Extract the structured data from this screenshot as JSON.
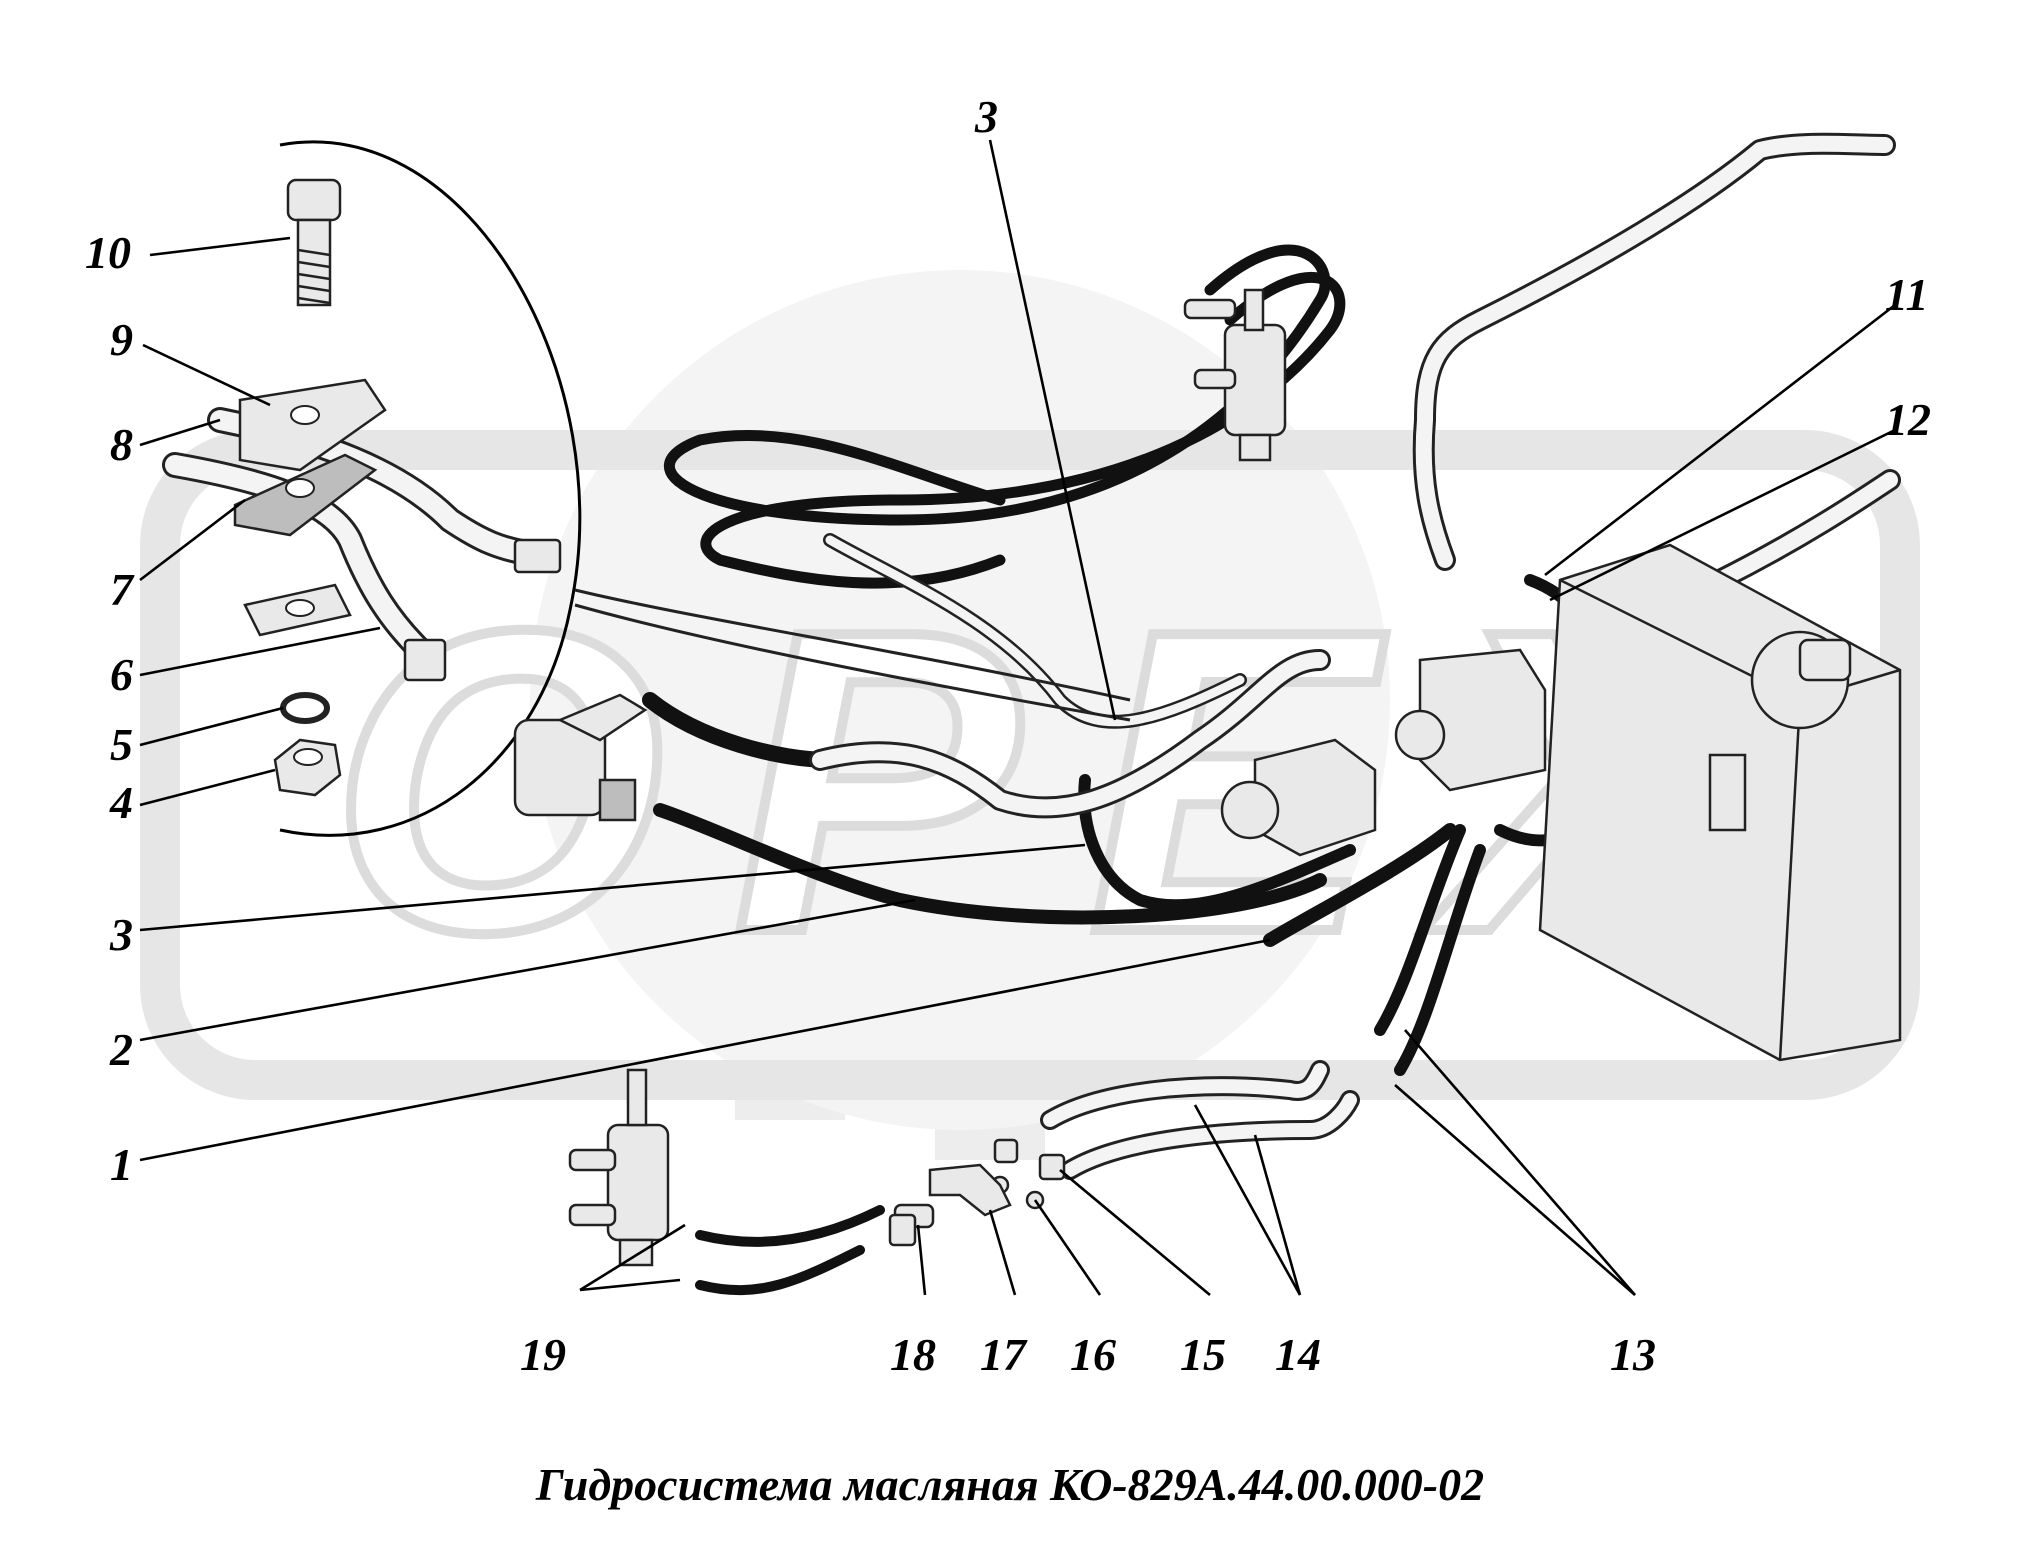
{
  "caption": "Гидросистема масляная КО-829А.44.00.000-02",
  "watermark": "OPEX",
  "colors": {
    "ink": "#000000",
    "hose": "#111111",
    "watermark": "#e2e2e2",
    "background": "#ffffff"
  },
  "labels": {
    "n1": "1",
    "n2": "2",
    "n3a": "3",
    "n3b": "3",
    "n4": "4",
    "n5": "5",
    "n6": "6",
    "n7": "7",
    "n8": "8",
    "n9": "9",
    "n10": "10",
    "n11": "11",
    "n12": "12",
    "n13": "13",
    "n14": "14",
    "n15": "15",
    "n16": "16",
    "n17": "17",
    "n18": "18",
    "n19": "19"
  }
}
